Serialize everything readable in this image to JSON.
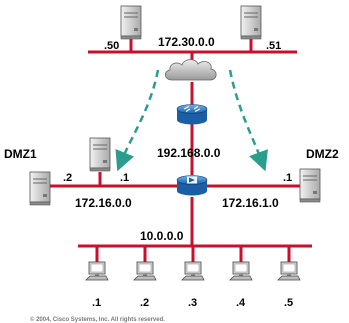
{
  "networks": {
    "top": "172.30.0.0",
    "mid": "192.168.0.0",
    "dmz1": "172.16.0.0",
    "dmz2": "172.16.1.0",
    "lan": "10.0.0.0"
  },
  "hosts": {
    "top_left": ".50",
    "top_right": ".51",
    "dmz1_server": ".2",
    "dmz1_firewall": ".1",
    "dmz2_firewall": ".1",
    "lan": [
      ".1",
      ".2",
      ".3",
      ".4",
      ".5"
    ]
  },
  "zones": {
    "dmz1": "DMZ1",
    "dmz2": "DMZ2"
  },
  "copyright": "© 2004, Cisco Systems, Inc. All rights reserved.",
  "icons": [
    "server-icon",
    "cloud-icon",
    "router-icon",
    "pix-firewall-icon",
    "workstation-icon"
  ],
  "colors": {
    "segment": "#c8102e",
    "dashed_path": "#2a9d8f",
    "router": "#1f78c8",
    "server": "#cfcfcf"
  }
}
